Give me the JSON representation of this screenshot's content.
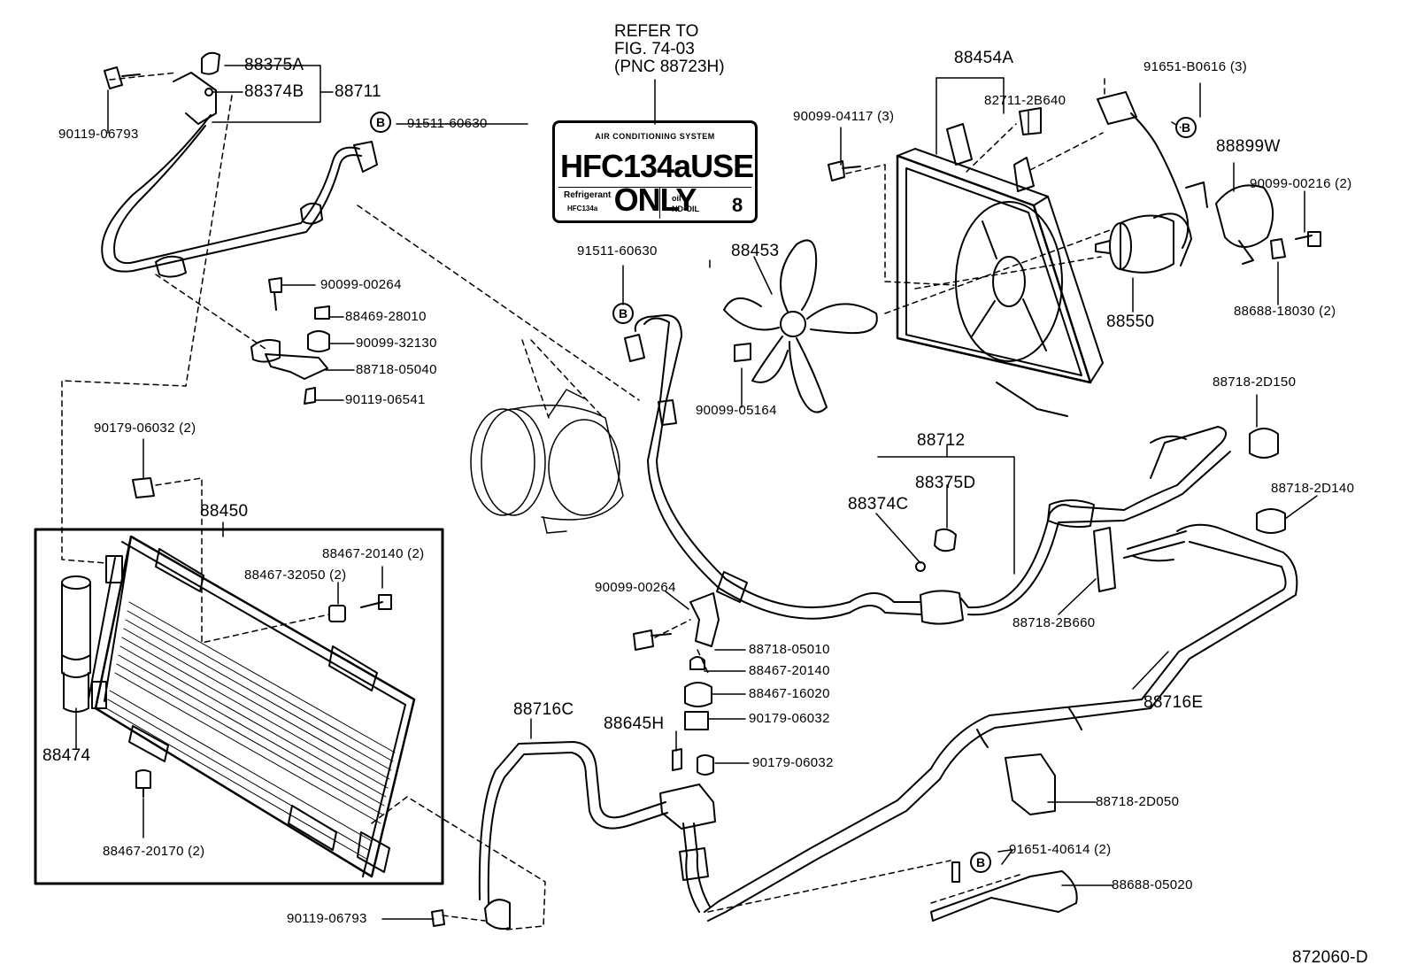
{
  "refer": {
    "line1": "REFER TO",
    "line2": "FIG. 74-03",
    "line3": "(PNC 88723H)"
  },
  "label_card": {
    "header": "AIR CONDITIONING SYSTEM",
    "main": "HFC134aUSE ONLY",
    "refrigerant_label": "Refrigerant",
    "refrigerant_value": "HFC134a",
    "oil_label": "oil",
    "oil_value": "ND-OIL",
    "oil_qty": "8"
  },
  "callouts": {
    "b": "B",
    "p88375A": "88375A",
    "p88374B": "88374B",
    "p88711": "88711",
    "p90119_06793_top": "90119-06793",
    "p91511_60630_top": "91511-60630",
    "p90099_00264_top": "90099-00264",
    "p88469_28010": "88469-28010",
    "p90099_32130": "90099-32130",
    "p88718_05040": "88718-05040",
    "p90119_06541": "90119-06541",
    "p90179_06032_2": "90179-06032 (2)",
    "p88450": "88450",
    "p88467_20140_2": "88467-20140 (2)",
    "p88467_32050_2": "88467-32050 (2)",
    "p88474": "88474",
    "p88467_20170_2": "88467-20170 (2)",
    "p90119_06793_bottom": "90119-06793",
    "p88716C": "88716C",
    "p88645H": "88645H",
    "p90179_06032_a": "90179-06032",
    "p90099_00264_mid": "90099-00264",
    "p88718_05010": "88718-05010",
    "p88467_20140": "88467-20140",
    "p88467_16020": "88467-16020",
    "p90179_06032_b": "90179-06032",
    "p91511_60630_mid": "91511-60630",
    "p88453": "88453",
    "p90099_05164": "90099-05164",
    "p88454A": "88454A",
    "p82711_2B640": "82711-2B640",
    "p90099_04117_3": "90099-04117 (3)",
    "p91651_B0616_3": "91651-B0616 (3)",
    "p88899W": "88899W",
    "p90099_00216_2": "90099-00216 (2)",
    "p88550": "88550",
    "p88688_18030_2": "88688-18030 (2)",
    "p88712": "88712",
    "p88375D": "88375D",
    "p88374C": "88374C",
    "p88718_2D150": "88718-2D150",
    "p88718_2D140": "88718-2D140",
    "p88718_2B660": "88718-2B660",
    "p88716E": "88716E",
    "p88718_2D050": "88718-2D050",
    "p91651_40614_2": "91651-40614 (2)",
    "p88688_05020": "88688-05020",
    "fig_no": "872060-D"
  }
}
